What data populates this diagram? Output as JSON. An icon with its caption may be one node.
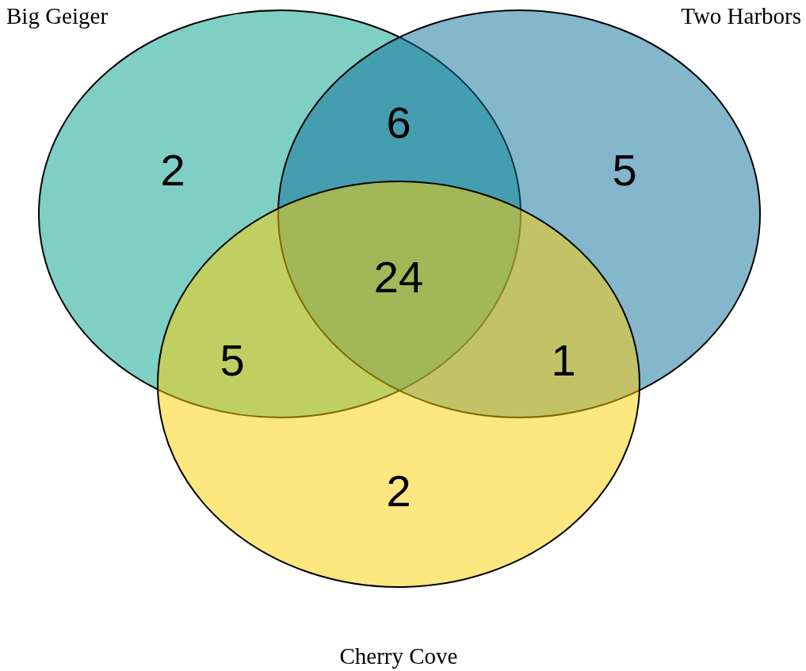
{
  "diagram": {
    "nodes": [
      {
        "text": [
          "Big Geiger"
        ]
      },
      {
        "text": [
          "Two Harbors"
        ]
      },
      {
        "text": [
          "Cherry Cove"
        ]
      }
    ],
    "labels": [
      "6",
      "2",
      "5",
      "24",
      "5",
      "1",
      "2"
    ]
  }
}
